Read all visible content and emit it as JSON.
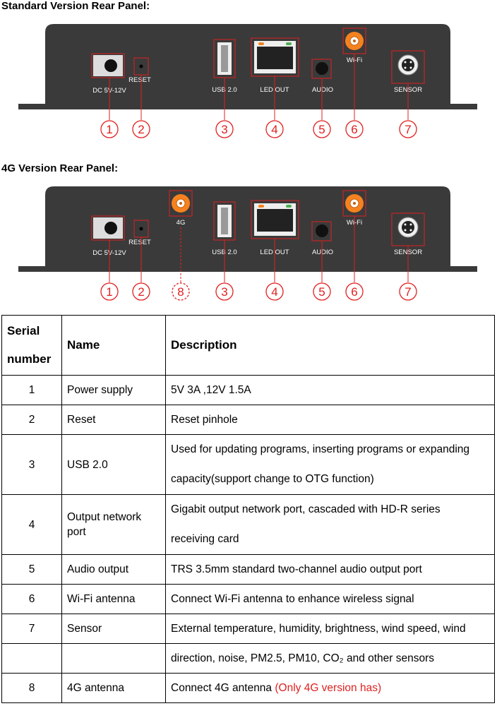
{
  "standard": {
    "title": "Standard Version Rear Panel:",
    "labels": {
      "dc": "DC 5V-12V",
      "reset": "RESET",
      "usb": "USB 2.0",
      "led": "LED OUT",
      "audio": "AUDIO",
      "wifi": "Wi-Fi",
      "sensor": "SENSOR"
    },
    "markers": [
      "1",
      "2",
      "3",
      "4",
      "5",
      "6",
      "7"
    ]
  },
  "fourg": {
    "title": "4G Version Rear Panel:",
    "labels": {
      "dc": "DC 5V-12V",
      "reset": "RESET",
      "fourg": "4G",
      "usb": "USB 2.0",
      "led": "LED OUT",
      "audio": "AUDIO",
      "wifi": "Wi-Fi",
      "sensor": "SENSOR"
    },
    "markers": [
      "1",
      "2",
      "8",
      "3",
      "4",
      "5",
      "6",
      "7"
    ]
  },
  "table": {
    "headers": {
      "serial_line1": "Serial",
      "serial_line2": "number",
      "name": "Name",
      "description": "Description"
    },
    "rows": [
      {
        "serial": "1",
        "name": "Power supply",
        "desc": "5V 3A ,12V 1.5A"
      },
      {
        "serial": "2",
        "name": "Reset",
        "desc": "Reset pinhole"
      },
      {
        "serial": "3",
        "name": "USB 2.0",
        "desc_line1": "Used for updating programs, inserting programs or expanding",
        "desc_line2": "capacity(support change to OTG function)"
      },
      {
        "serial": "4",
        "name": "Output network port",
        "desc_line1": "Gigabit output network port, cascaded with HD-R series",
        "desc_line2": "receiving card"
      },
      {
        "serial": "5",
        "name": "Audio output",
        "desc": "TRS 3.5mm standard two-channel audio output port"
      },
      {
        "serial": "6",
        "name": "Wi-Fi antenna",
        "desc": "Connect Wi-Fi antenna to enhance wireless signal"
      },
      {
        "serial": "7",
        "name": "Sensor",
        "desc": "External temperature, humidity, brightness, wind speed, wind"
      },
      {
        "serial": "",
        "name": "",
        "desc": "direction, noise, PM2.5, PM10, CO₂ and other sensors"
      },
      {
        "serial": "8",
        "name": "4G antenna",
        "desc": "Connect 4G antenna ",
        "desc_note": "(Only 4G version has)"
      }
    ]
  },
  "colors": {
    "panel": "#3a3a3a",
    "marker": "#e02020",
    "antenna": "#f5821f"
  }
}
